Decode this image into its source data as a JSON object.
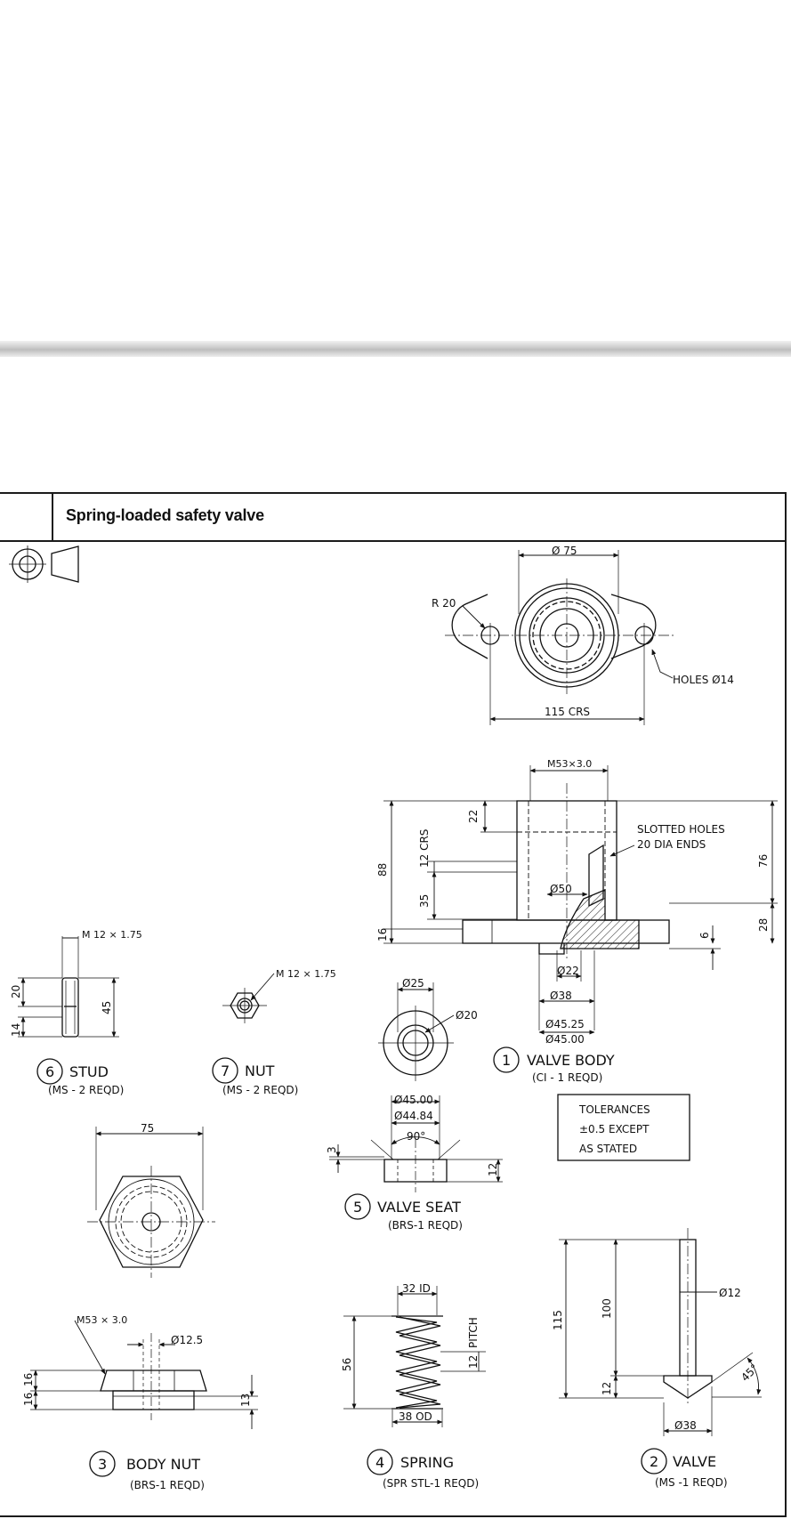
{
  "title": "Spring-loaded safety valve",
  "views": {
    "plan": {
      "dia": "Ø 75",
      "radius": "R 20",
      "holes": "HOLES Ø14",
      "centres": "115  CRS"
    },
    "body": {
      "thread": "M53×3.0",
      "slot_note_1": "SLOTTED HOLES",
      "slot_note_2": "20 DIA ENDS",
      "d22": "22",
      "d12crs": "12 CRS",
      "d35": "35",
      "d88": "88",
      "d16": "16",
      "d76": "76",
      "d28": "28",
      "d6": "6",
      "phi50": "Ø50",
      "phi22": "Ø22",
      "phi38": "Ø38",
      "phi4525": "Ø45.25",
      "phi4500": "Ø45.00"
    },
    "stud": {
      "thread": "M 12 × 1.75",
      "d20": "20",
      "d14": "14",
      "d45": "45"
    },
    "nut": {
      "thread": "M 12 × 1.75"
    },
    "seat_plan": {
      "d25": "Ø25",
      "d20": "Ø20"
    },
    "seat": {
      "d4500": "Ø45.00",
      "d4484": "Ø44.84",
      "angle": "90°",
      "d3": "3",
      "d12": "12"
    },
    "body_nut": {
      "d75": "75",
      "thread": "M53 × 3.0",
      "d125": "Ø12.5",
      "d16a": "16",
      "d16b": "16",
      "d13": "13"
    },
    "spring": {
      "id": "32 ID",
      "od": "38 OD",
      "pitch": "PITCH",
      "d12": "12",
      "d56": "56"
    },
    "valve": {
      "d12": "Ø12",
      "d115": "115",
      "d100": "100",
      "d12b": "12",
      "angle": "45°",
      "d38": "Ø38"
    }
  },
  "tolerances": {
    "line1": "TOLERANCES",
    "line2": "±0.5  EXCEPT",
    "line3": "AS  STATED"
  },
  "parts": [
    {
      "num": "1",
      "name": "VALVE  BODY",
      "spec": "(CI - 1 REQD)"
    },
    {
      "num": "2",
      "name": "VALVE",
      "spec": "(MS -1 REQD)"
    },
    {
      "num": "3",
      "name": "BODY  NUT",
      "spec": "(BRS-1 REQD)"
    },
    {
      "num": "4",
      "name": "SPRING",
      "spec": "(SPR  STL-1 REQD)"
    },
    {
      "num": "5",
      "name": "VALVE  SEAT",
      "spec": "(BRS-1 REQD)"
    },
    {
      "num": "6",
      "name": "STUD",
      "spec": "(MS - 2 REQD)"
    },
    {
      "num": "7",
      "name": "NUT",
      "spec": "(MS - 2 REQD)"
    }
  ]
}
